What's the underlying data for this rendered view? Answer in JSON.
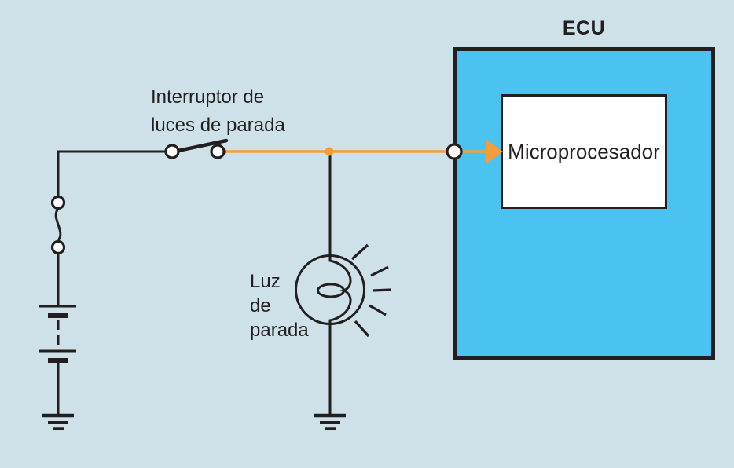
{
  "diagram": {
    "ecu_label": "ECU",
    "microprocessor_label": "Microprocesador",
    "switch_label": "Interruptor de\nluces de parada",
    "lamp_label": "Luz\nde\nparada"
  },
  "colors": {
    "background": "#cee1e8",
    "ecu-fill": "#4ac3f0",
    "line": "#231f20",
    "wire-orange": "#f59e39",
    "box-white": "#ffffff"
  },
  "icons": {
    "stop_light_switch": "open-switch-icon",
    "fuse": "fuse-icon",
    "battery": "battery-icon",
    "lamp": "lamp-icon",
    "ground": "ground-icon",
    "signal_arrow": "arrow-right-icon"
  }
}
